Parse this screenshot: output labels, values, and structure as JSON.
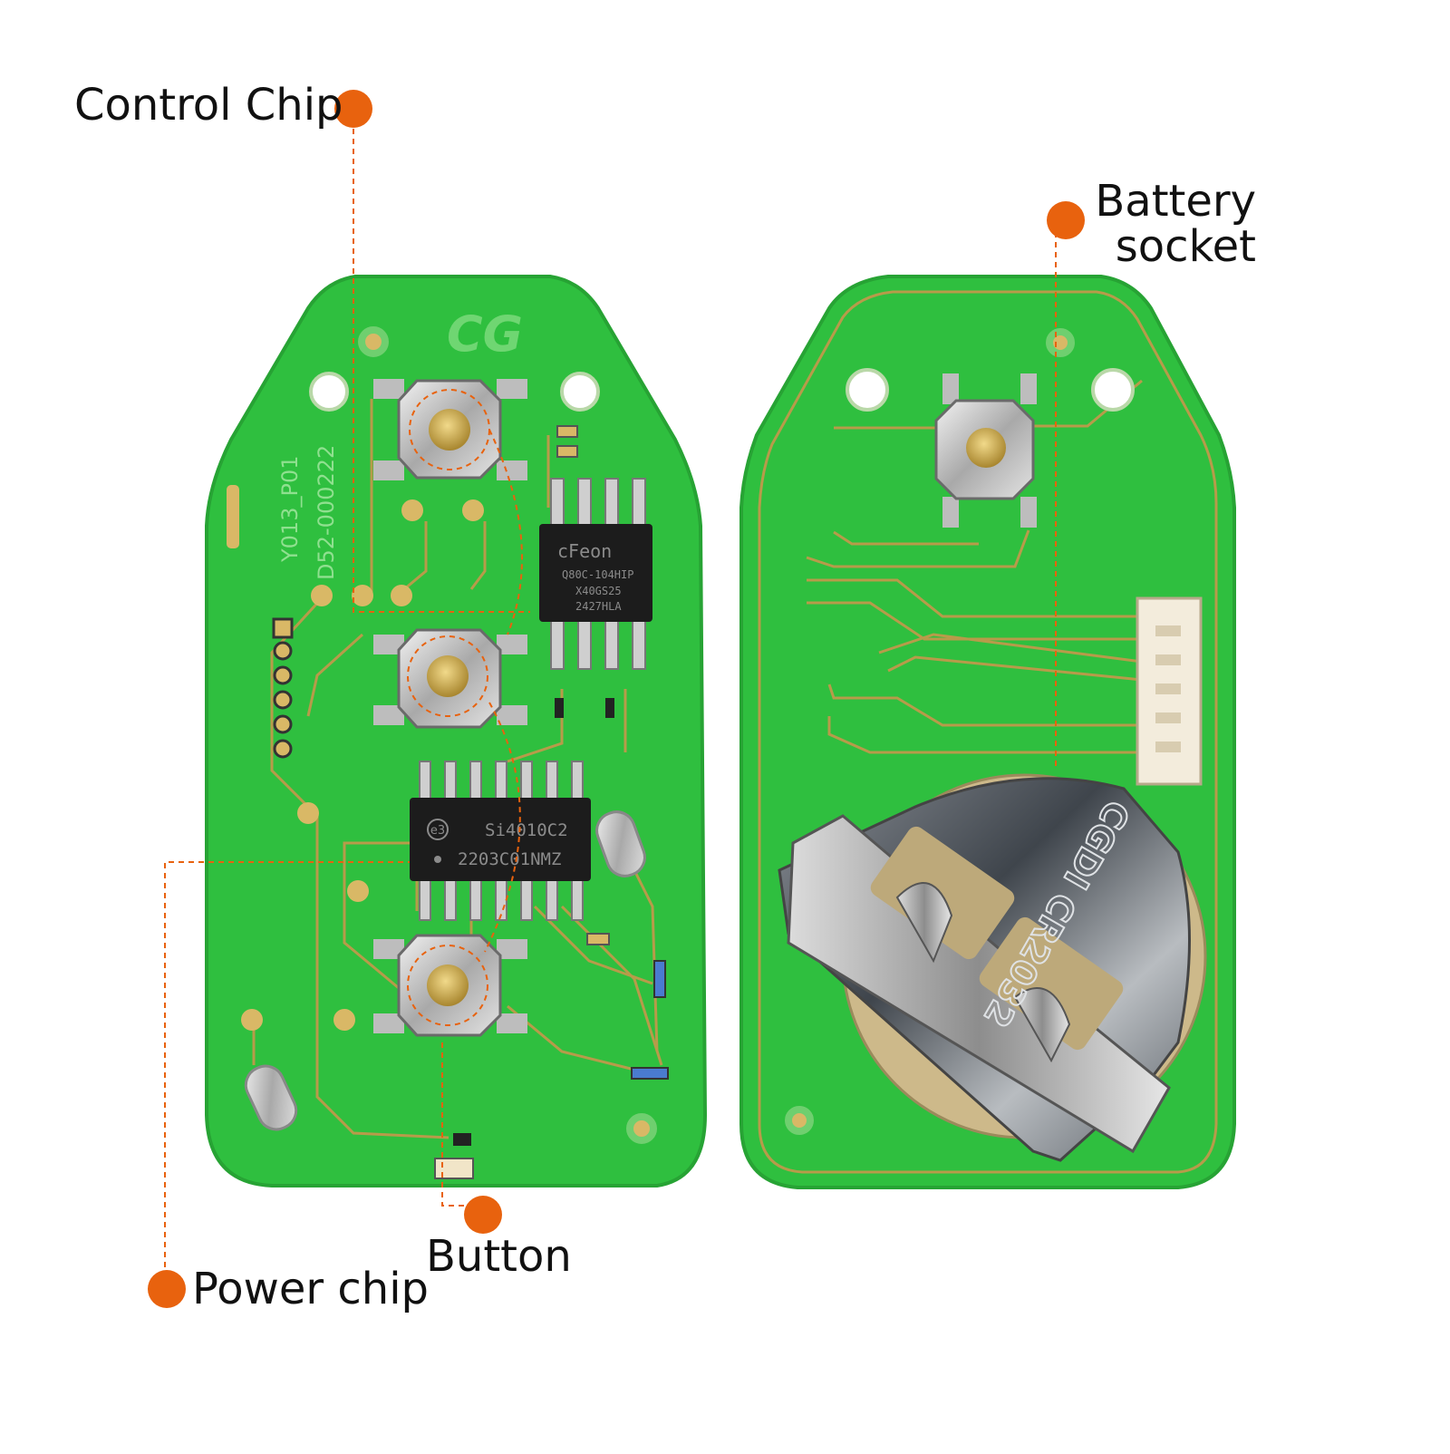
{
  "colors": {
    "accent": "#e8620e",
    "pcb_green": "#2fbf3f",
    "pcb_edge": "#29a535",
    "trace": "#b79b4a",
    "chip_body": "#1c1c1c",
    "metal": "#c9c9c9",
    "gold": "#c9a64a",
    "label_text": "#111111"
  },
  "callouts": {
    "control_chip": "Control Chip",
    "battery_socket_line1": "Battery",
    "battery_socket_line2": "socket",
    "button": "Button",
    "power_chip": "Power chip"
  },
  "board_front": {
    "logo": "CG",
    "silkscreen_line1": "Y013_P01",
    "silkscreen_line2": "D52-000222",
    "flash_chip": {
      "brand": "cFeon",
      "line1": "Q80C-104HIP",
      "line2": "X40GS25",
      "line3": "2427HLA"
    },
    "rf_chip": {
      "mark": "e3",
      "line1": "Si4010C2",
      "line2": "2203C01NMZ"
    }
  },
  "board_back": {
    "battery_marking": "CGDI CR2032"
  },
  "icons": [
    "button-icon",
    "battery-clip-icon",
    "connector-icon",
    "callout-dot-icon"
  ]
}
